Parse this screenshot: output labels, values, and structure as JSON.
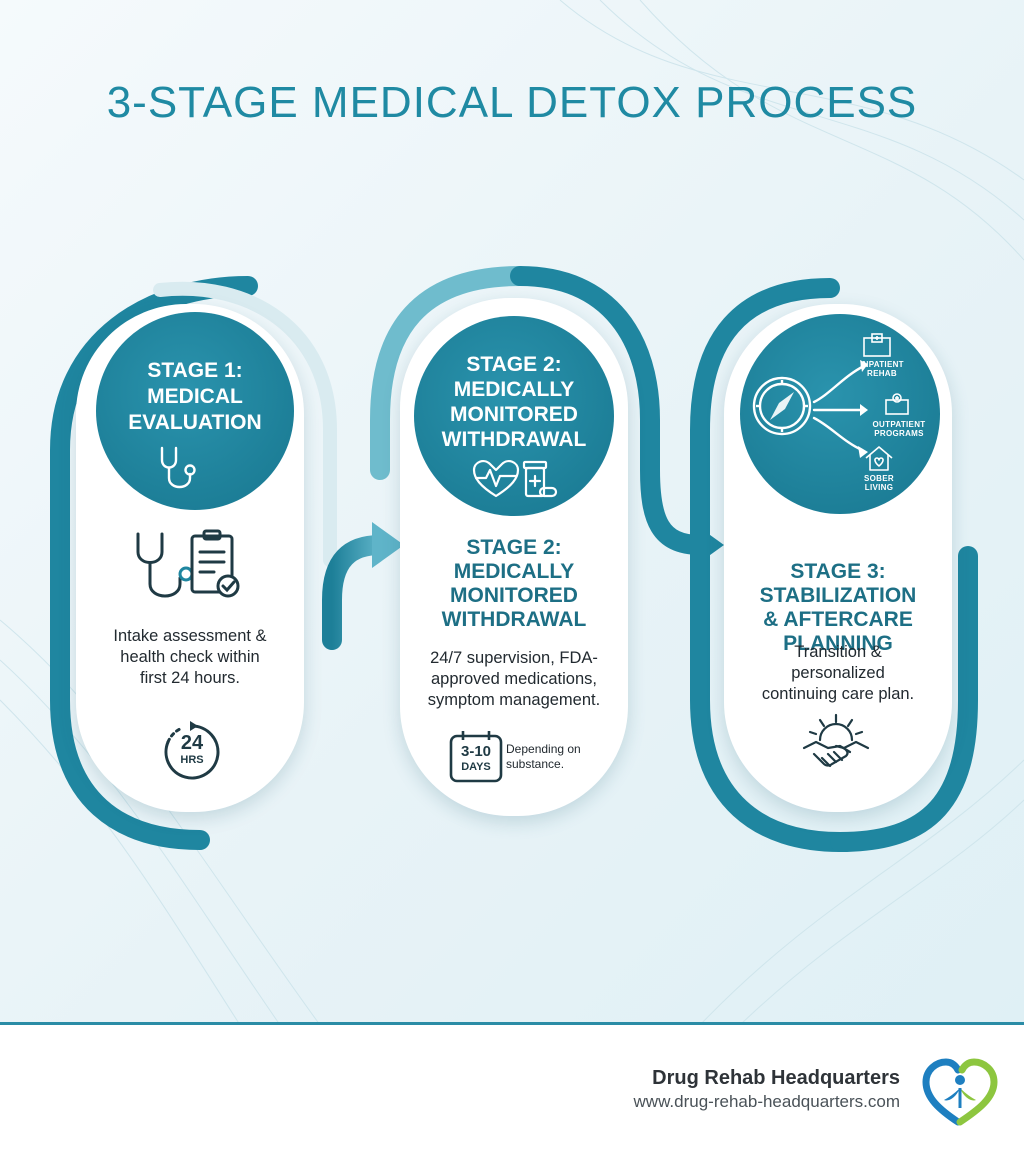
{
  "title": "3-STAGE MEDICAL DETOX PROCESS",
  "stages": [
    {
      "disc_title_lines": [
        "STAGE 1:",
        "MEDICAL",
        "EVALUATION"
      ],
      "body_lines": [
        "Intake assessment &",
        "health check within",
        "first 24 hours."
      ],
      "badge_top": "24",
      "badge_bottom": "HRS"
    },
    {
      "disc_title_lines": [
        "STAGE 2:",
        "MEDICALLY",
        "MONITORED",
        "WITHDRAWAL"
      ],
      "heading_lines": [
        "STAGE 2:",
        "MEDICALLY",
        "MONITORED",
        "WITHDRAWAL"
      ],
      "body_lines": [
        "24/7 supervision, FDA-",
        "approved medications,",
        "symptom management."
      ],
      "badge_top": "3-10",
      "badge_bottom": "DAYS",
      "badge_note_lines": [
        "Depending on",
        "substance."
      ]
    },
    {
      "heading_lines": [
        "STAGE 3:",
        "STABILIZATION",
        "& AFTERCARE",
        "PLANNING"
      ],
      "body_lines": [
        "Transition &",
        "personalized",
        "continuing care plan."
      ],
      "options": [
        {
          "lines": [
            "INPATIENT",
            "REHAB"
          ],
          "icon": "hospital-icon"
        },
        {
          "lines": [
            "OUTPATIENT",
            "PROGRAMS"
          ],
          "icon": "clinic-icon"
        },
        {
          "lines": [
            "SOBER",
            "LIVING"
          ],
          "icon": "home-heart-icon"
        }
      ]
    }
  ],
  "footer": {
    "brand": "Drug Rehab Headquarters",
    "url": "www.drug-rehab-headquarters.com"
  },
  "colors": {
    "teal": "#1f8aa3",
    "teal_dark": "#1d7f98",
    "heading": "#1d6f85",
    "text": "#222a30",
    "logo_blue": "#1e7fc0",
    "logo_green": "#8dc63f"
  }
}
